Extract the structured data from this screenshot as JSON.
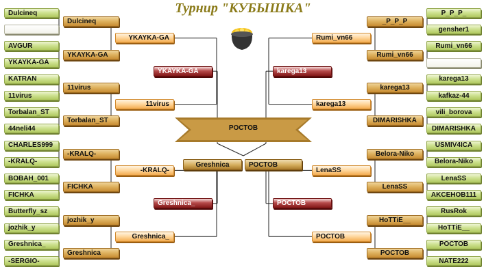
{
  "title": "Турнир \"КУБЫШКА\"",
  "pot_icon": "pot-of-gold-icon",
  "final": {
    "winner": "РОСТОВ"
  },
  "left": {
    "round1": [
      "Dulcineq",
      "",
      "AVGUR",
      "YKAYKA-GA",
      "KATRAN",
      "11virus",
      "Torbalan_ST",
      "44neli44",
      "CHARLES999",
      "-KRALQ-",
      "BOBAH_001",
      "FICHKA",
      "Butterfly_sz",
      "jozhik_y",
      "Greshnica_",
      "-SERGIO-"
    ],
    "round2": [
      "Dulcineq",
      "YKAYKA-GA",
      "11virus",
      "Torbalan_ST",
      "-KRALQ-",
      "FICHKA",
      "jozhik_y",
      "Greshnica"
    ],
    "round3": [
      "YKAYKA-GA",
      "11virus",
      "-KRALQ-",
      "Greshnica_"
    ],
    "round4": [
      "YKAYKA-GA",
      "Greshnica_"
    ],
    "semifinal": "Greshnica"
  },
  "right": {
    "round1": [
      "P_P_P_",
      "gensher1",
      "Rumi_vn66",
      "",
      "karega13",
      "kafkaz-44",
      "vili_borova",
      "DIMARISHKA",
      "USMIV4ICA",
      "Belora-Niko",
      "LenaSS",
      "AKCEHOB111",
      "RusRok",
      "HoTTiE__",
      "РОСТОВ",
      "NATE222"
    ],
    "round2": [
      "_P_P_P",
      "Rumi_vn66",
      "karega13",
      "DIMARISHKA",
      "Belora-Niko",
      "LenaSS",
      "HoTTiE__",
      "РОСТОВ"
    ],
    "round3": [
      "Rumi_vn66",
      "karega13",
      "LenaSS",
      "РОСТОВ"
    ],
    "round4": [
      "karega13",
      "РОСТОВ"
    ],
    "semifinal": "РОСТОВ"
  }
}
